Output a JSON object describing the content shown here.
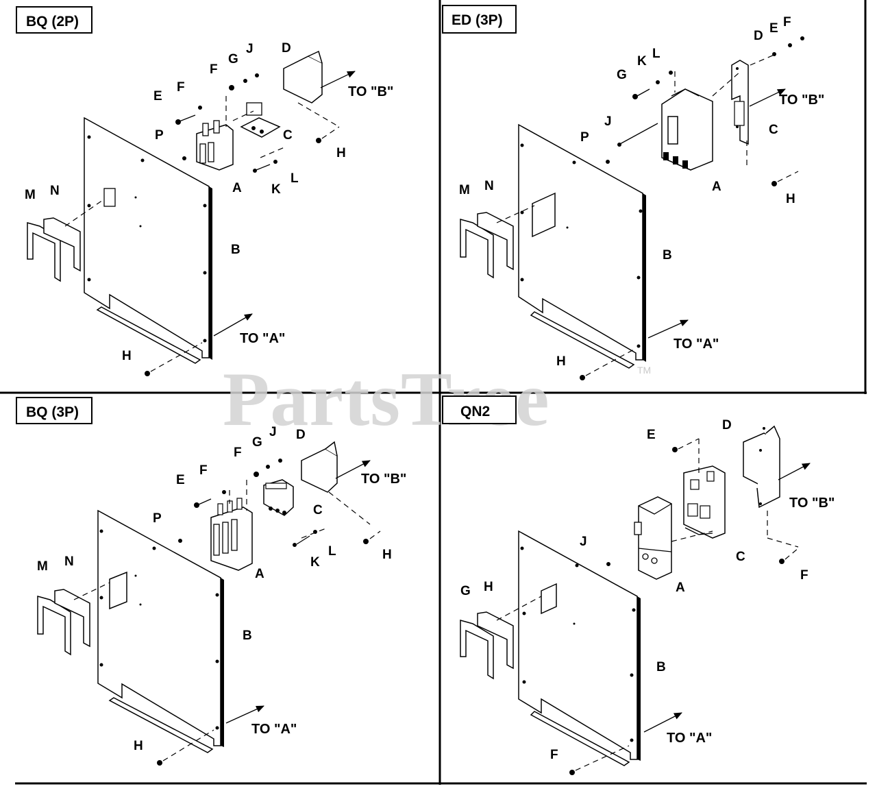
{
  "watermark": {
    "text": "PartsTree",
    "trademark": "TM"
  },
  "panels": [
    {
      "title": "BQ (2P)",
      "labels": {
        "D": "D",
        "J": "J",
        "G": "G",
        "F1": "F",
        "F2": "F",
        "E": "E",
        "P": "P",
        "C": "C",
        "H1": "H",
        "A": "A",
        "L": "L",
        "K": "K",
        "M": "M",
        "N": "N",
        "B": "B",
        "H2": "H"
      },
      "to_b": "TO \"B\"",
      "to_a": "TO \"A\""
    },
    {
      "title": "ED (3P)",
      "labels": {
        "D": "D",
        "E": "E",
        "F": "F",
        "K": "K",
        "L": "L",
        "G": "G",
        "J": "J",
        "P": "P",
        "C": "C",
        "A": "A",
        "H1": "H",
        "M": "M",
        "N": "N",
        "B": "B",
        "H2": "H"
      },
      "to_b": "TO \"B\"",
      "to_a": "TO \"A\""
    },
    {
      "title": "BQ (3P)",
      "labels": {
        "D": "D",
        "J": "J",
        "G": "G",
        "F1": "F",
        "F2": "F",
        "E": "E",
        "P": "P",
        "C": "C",
        "A": "A",
        "L": "L",
        "K": "K",
        "H1": "H",
        "M": "M",
        "N": "N",
        "B": "B",
        "H2": "H"
      },
      "to_b": "TO \"B\"",
      "to_a": "TO \"A\""
    },
    {
      "title": "QN2",
      "labels": {
        "D": "D",
        "E": "E",
        "C": "C",
        "A": "A",
        "F1": "F",
        "J": "J",
        "G": "G",
        "H": "H",
        "B": "B",
        "F2": "F"
      },
      "to_b": "TO \"B\"",
      "to_a": "TO \"A\""
    }
  ]
}
